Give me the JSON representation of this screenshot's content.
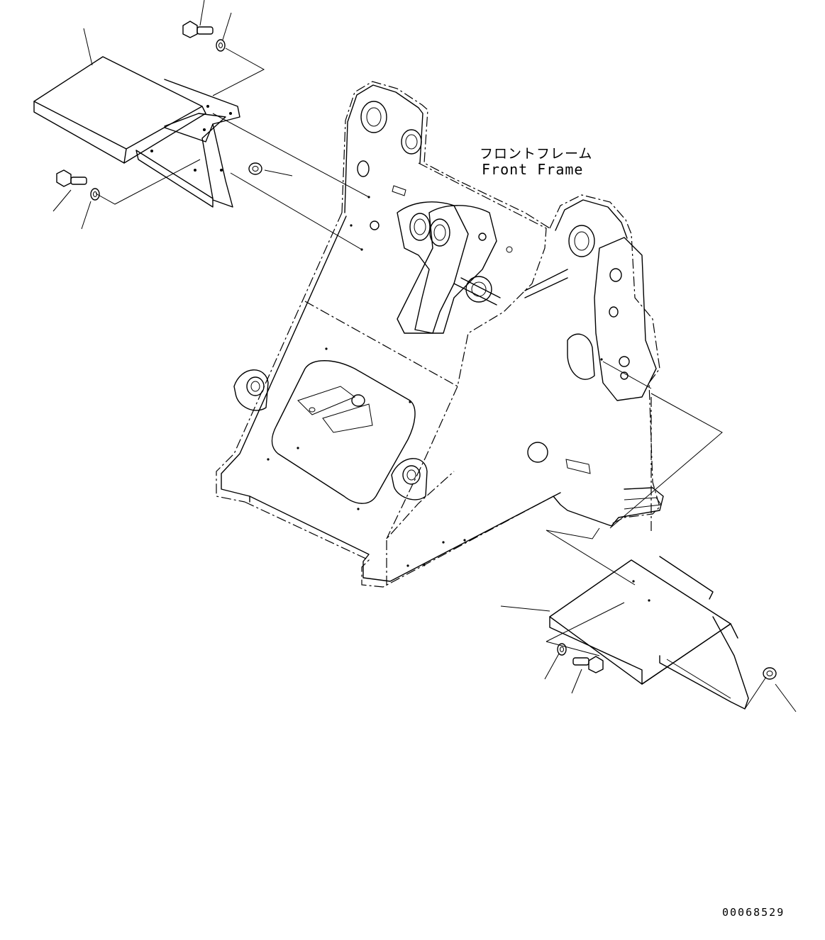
{
  "labels": {
    "part_name_jp": "フロントフレーム",
    "part_name_en": "Front Frame"
  },
  "drawing_number": "00068529"
}
